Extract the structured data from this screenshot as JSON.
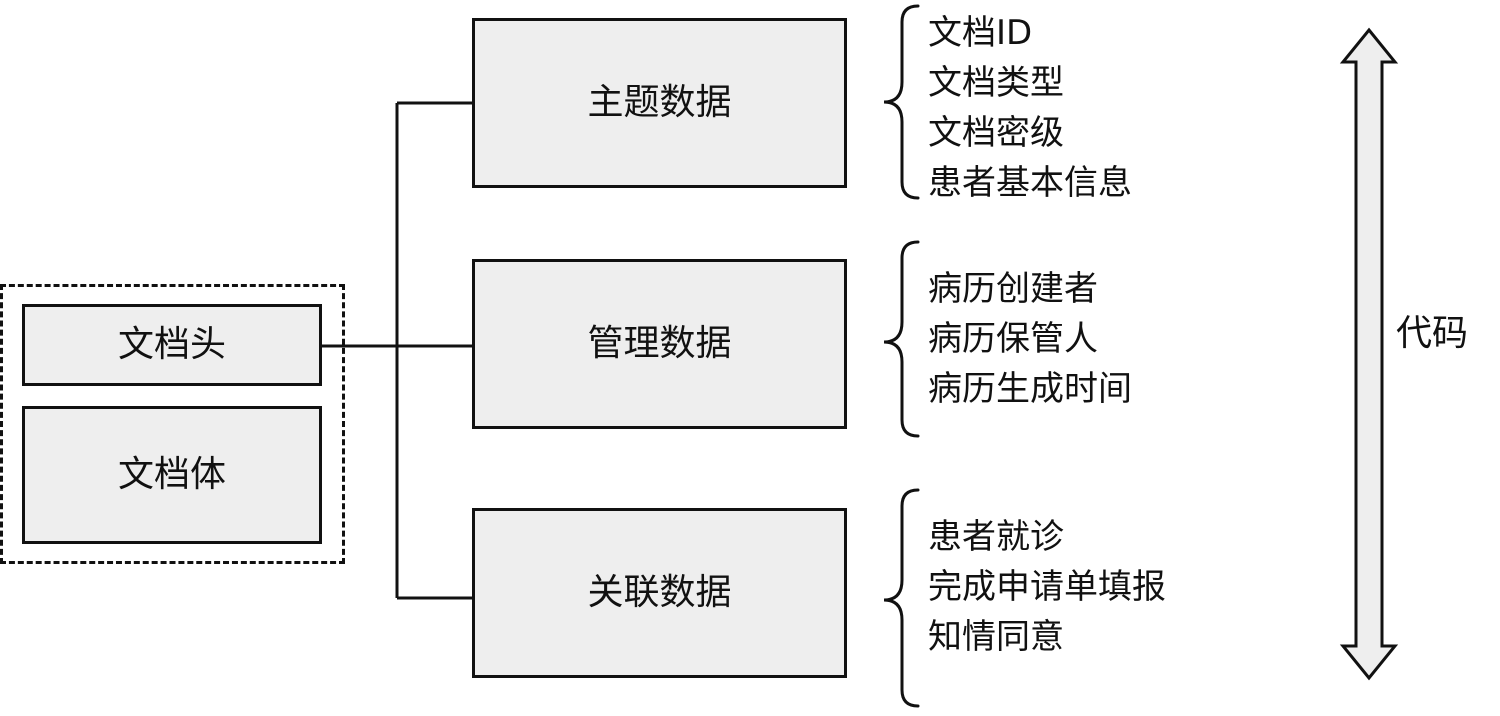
{
  "document": {
    "header_label": "文档头",
    "body_label": "文档体"
  },
  "sections": [
    {
      "title": "主题数据",
      "items": [
        "文档ID",
        "文档类型",
        "文档密级",
        "患者基本信息"
      ]
    },
    {
      "title": "管理数据",
      "items": [
        "病历创建者",
        "病历保管人",
        "病历生成时间"
      ]
    },
    {
      "title": "关联数据",
      "items": [
        "患者就诊",
        "完成申请单填报",
        "知情同意"
      ]
    }
  ],
  "code_label": "代码"
}
